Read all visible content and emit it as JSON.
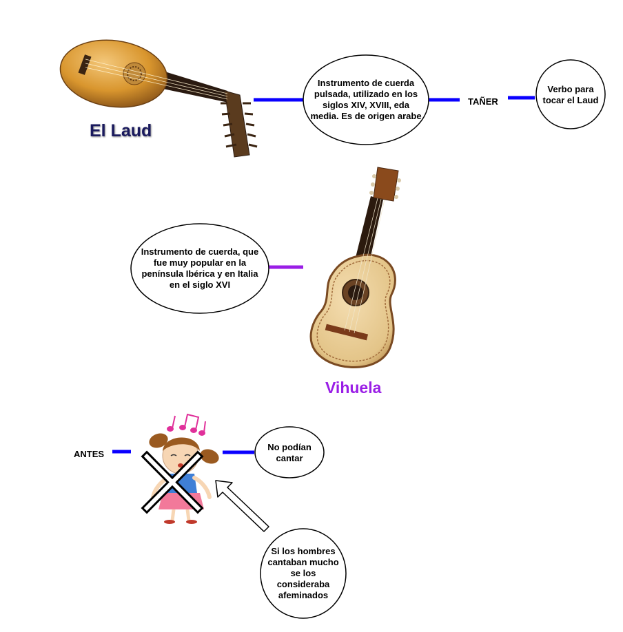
{
  "laud": {
    "title": "El Laud",
    "title_color": "#1a1a5e",
    "description": "Instrumento de cuerda pulsada, utilizado en los siglos XIV, XVIII, eda media. Es de origen arabe",
    "verb": "TAÑER",
    "verb_description": "Verbo para tocar el Laud",
    "image_icon": "lute-icon"
  },
  "vihuela": {
    "title": "Vihuela",
    "title_color": "#9a1ee6",
    "description": "Instrumento de cuerda, que fue muy popular en la península Ibérica y en Italia en el siglo XVI",
    "image_icon": "vihuela-guitar-icon"
  },
  "singing": {
    "before_label": "ANTES",
    "result": "No podían cantar",
    "reason": "Si los hombres cantaban mucho se los consideraba afeminados",
    "image_icon": "singing-girl-icon"
  },
  "colors": {
    "connector_blue": "#0a00ff",
    "connector_purple": "#9a1ee6",
    "outline": "#000000"
  }
}
